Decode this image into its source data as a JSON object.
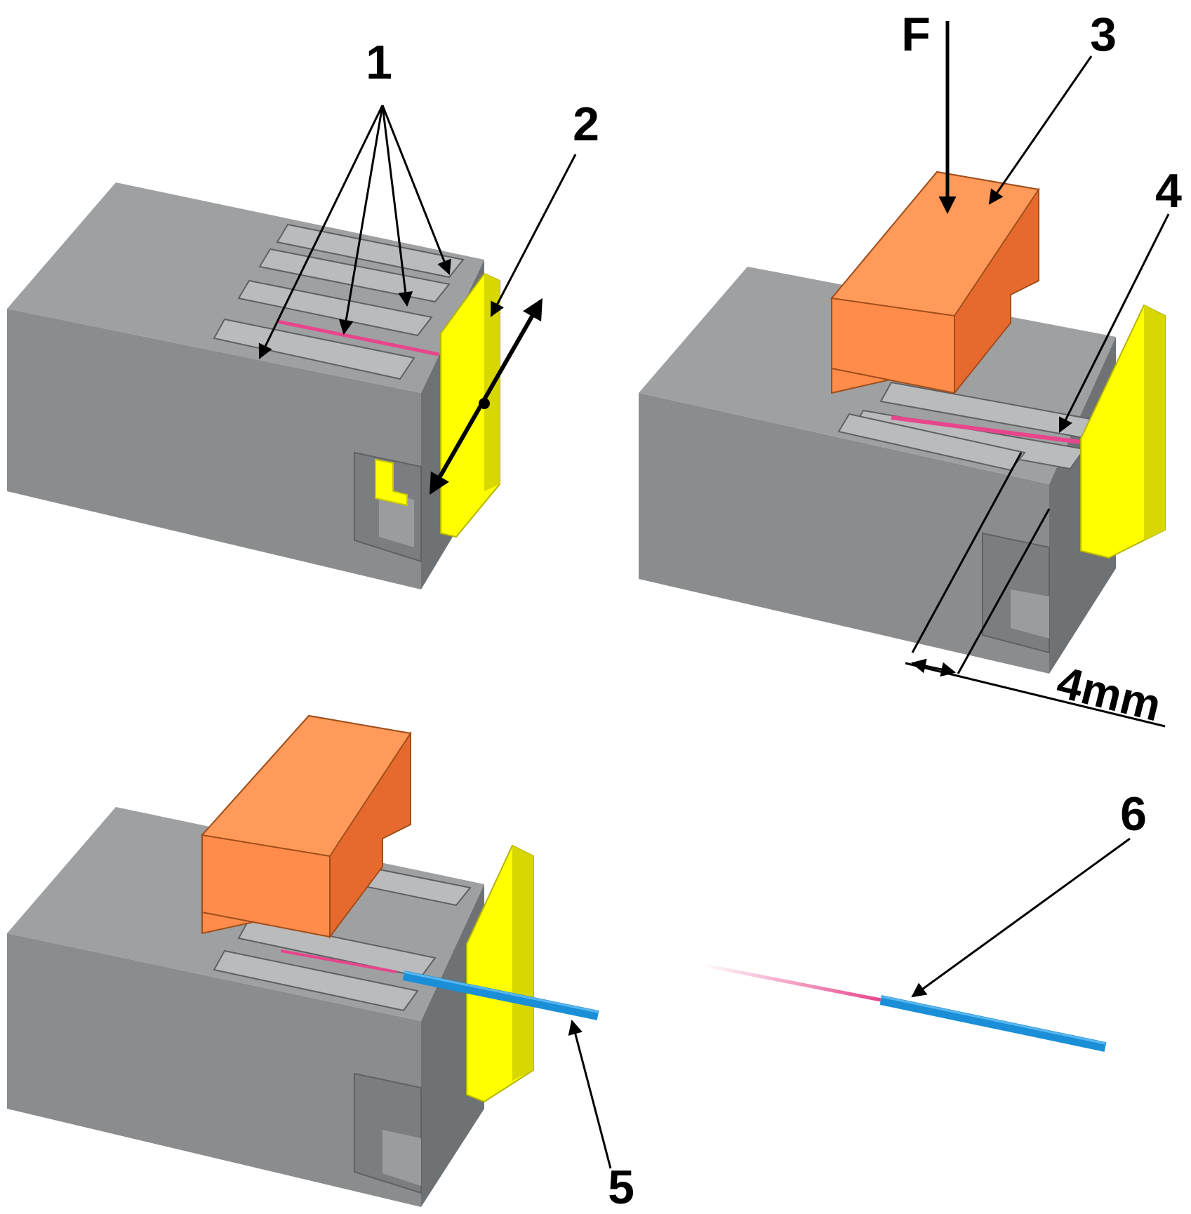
{
  "labels": {
    "one": "1",
    "two": "2",
    "three": "3",
    "four": "4",
    "five": "5",
    "six": "6",
    "force": "F",
    "dimension": "4mm"
  },
  "colors": {
    "block_front": "#8a8c8e",
    "block_top": "#9ea0a2",
    "block_side": "#6f7274",
    "groove_light": "#b9bbbd",
    "yellow": "#ffff00",
    "yellow_shade": "#c8c800",
    "orange": "#ff8c4a",
    "orange_shade": "#e66a2e",
    "orange_top": "#ff9a5a",
    "fiber_pink": "#e8468c",
    "tube_blue": "#1a8fd8"
  }
}
